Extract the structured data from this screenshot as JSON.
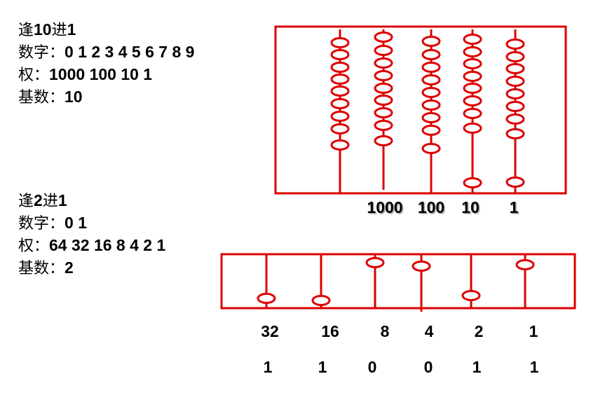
{
  "decimal": {
    "title_prefix": "逢",
    "title_num": "10",
    "title_suffix": "进",
    "title_one": "1",
    "digits_label": "数字：",
    "digits": "0 1 2 3 4 5 6 7 8 9",
    "weights_label": "权：",
    "weights": "1000 100 10 1",
    "base_label": "基数：",
    "base": "10",
    "rod_labels": [
      "1000",
      "100",
      "10",
      "1"
    ]
  },
  "binary": {
    "title_prefix": "逢",
    "title_num": "2",
    "title_suffix": "进",
    "title_one": "1",
    "digits_label": "数字：",
    "digits": "0 1",
    "weights_label": "权：",
    "weights": "64 32 16 8 4 2 1",
    "base_label": "基数：",
    "base": "2",
    "weights_row": [
      "32",
      "16",
      "8",
      "4",
      "2",
      "1"
    ],
    "bits_row": [
      "1",
      "1",
      "0",
      "0",
      "1",
      "1"
    ]
  },
  "colors": {
    "frame": "#dd0000",
    "bead_fill": "#ffffff"
  }
}
